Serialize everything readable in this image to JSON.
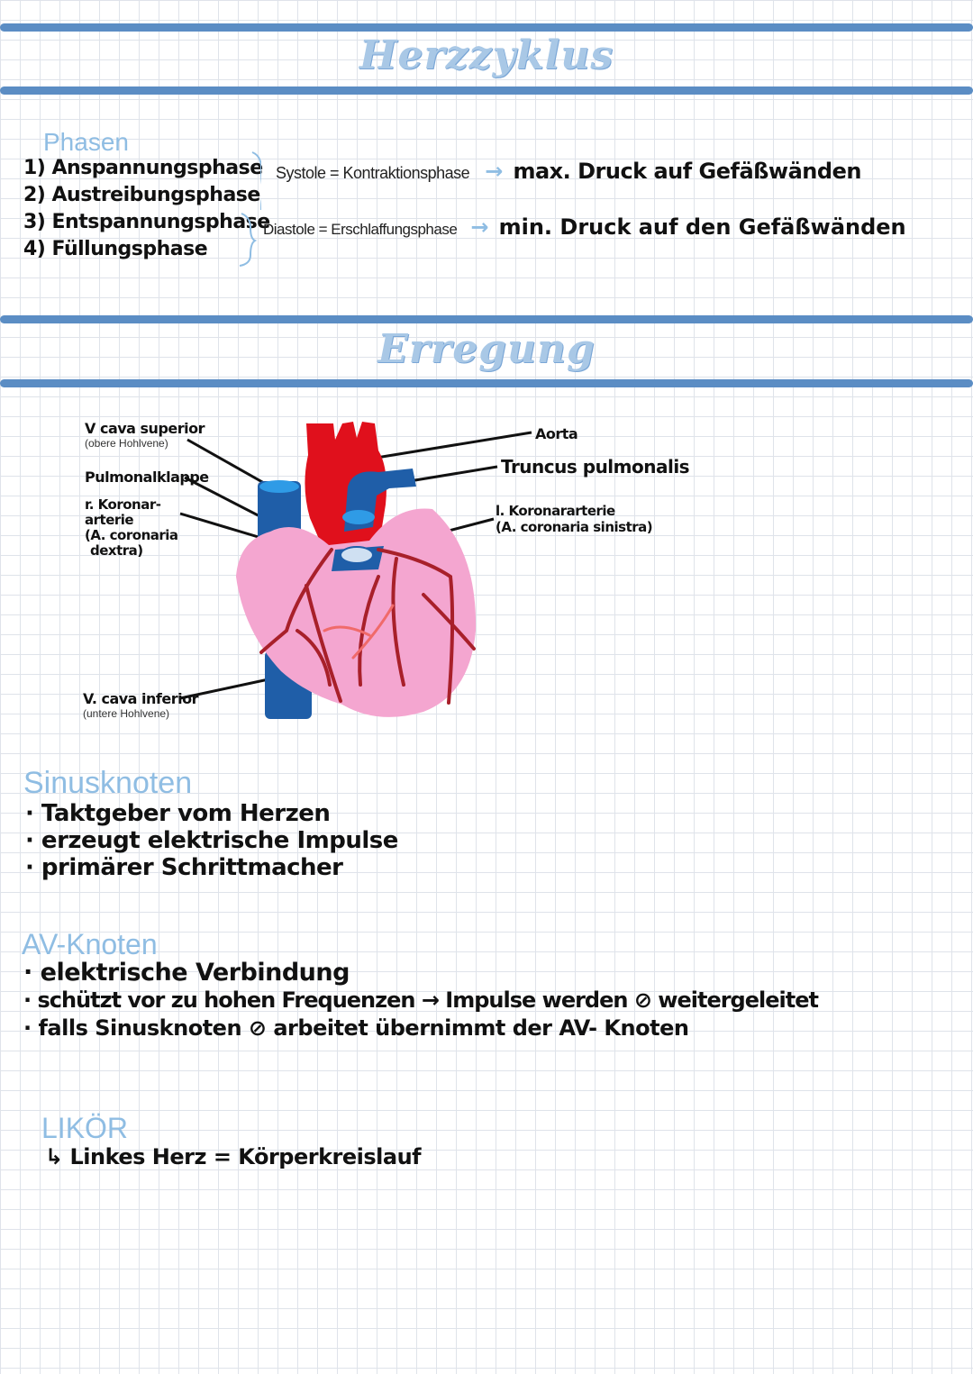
{
  "section1": {
    "title": "Herzzyklus",
    "phases_heading": "Phasen",
    "phases": [
      "1) Anspannungsphase",
      "2) Austreibungsphase",
      "3) Entspannungsphase",
      "4) Füllungsphase"
    ],
    "systole": {
      "label": "Systole = Kontraktionsphase",
      "arrow": "→",
      "effect": "max. Druck auf Gefäßwänden"
    },
    "diastole": {
      "label": "Diastole = Erschlaffungsphase",
      "arrow": "→",
      "effect": "min. Druck auf den Gefäßwänden"
    }
  },
  "section2": {
    "title": "Erregung",
    "labels": {
      "vcs": "V cava superior",
      "vcs_sub": "(obere Hohlvene)",
      "pulmonalklappe": "Pulmonalklappe",
      "rca_1": "r. Koronar-",
      "rca_2": "arterie",
      "rca_3": "(A. coronaria",
      "rca_4": "dextra)",
      "vci": "V. cava inferior",
      "vci_sub": "(untere Hohlvene)",
      "aorta": "Aorta",
      "truncus": "Truncus pulmonalis",
      "lca_1": "l. Koronararterie",
      "lca_2": "(A. coronaria sinistra)"
    }
  },
  "sinus": {
    "heading": "Sinusknoten",
    "items": [
      "· Taktgeber vom Herzen",
      "· erzeugt elektrische Impulse",
      "· primärer Schrittmacher"
    ]
  },
  "av": {
    "heading": "AV-Knoten",
    "items": [
      "· elektrische Verbindung",
      "· schützt vor zu hohen Frequenzen → Impulse werden ⊘ weitergeleitet",
      "· falls Sinusknoten ⊘ arbeitet übernimmt der AV- Knoten"
    ]
  },
  "likor": {
    "heading": "LIKÖR",
    "line": "↳ Linkes Herz = Körperkreislauf"
  },
  "colors": {
    "bar": "#5b8dc4",
    "title": "#a9c8e6",
    "heading": "#8fbde3",
    "heart_pink": "#f4a6d0",
    "aorta_red": "#e0101c",
    "vein_blue": "#1f5ea8",
    "coronary": "#a8202a"
  }
}
